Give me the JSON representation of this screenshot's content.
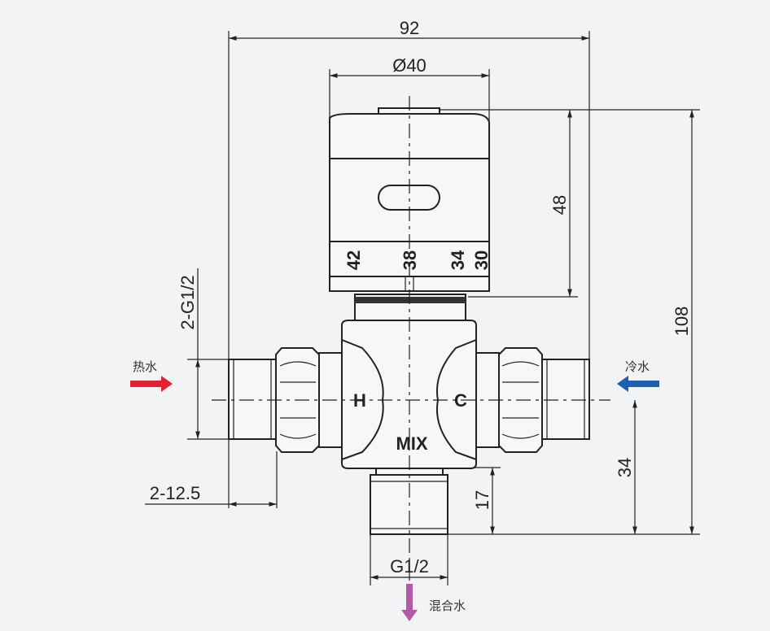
{
  "dimensions": {
    "overall_width": "92",
    "knob_diameter": "Ø40",
    "knob_height": "48",
    "overall_height": "108",
    "inlet_thread": "2-G1/2",
    "inlet_length": "2-12.5",
    "outlet_length": "17",
    "center_height": "34",
    "outlet_thread": "G1/2"
  },
  "labels": {
    "hot_water": "热水",
    "cold_water": "冷水",
    "mixed_water": "混合水",
    "hot_mark": "H",
    "cold_mark": "C",
    "mix_mark": "MIX"
  },
  "dial_scale": [
    "42",
    "38",
    "34",
    "30"
  ],
  "colors": {
    "hot_arrow": "#e0232f",
    "cold_arrow": "#1f5fb0",
    "mix_arrow": "#b05aa8"
  }
}
